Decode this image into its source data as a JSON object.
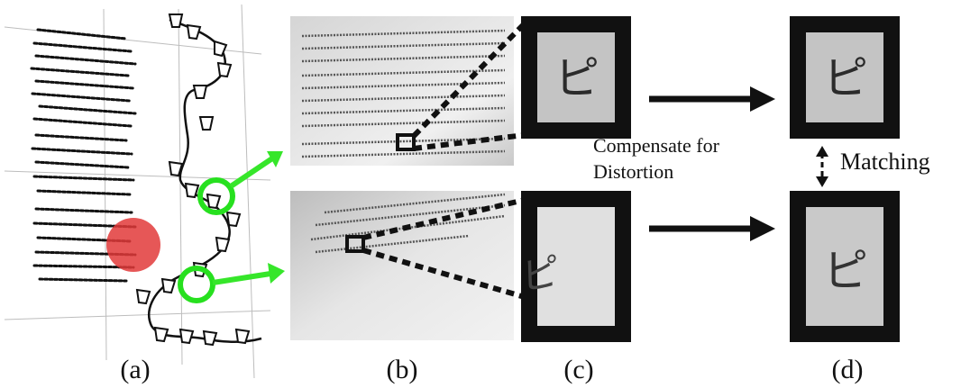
{
  "panels": {
    "a": {
      "label": "(a)"
    },
    "b": {
      "label": "(b)"
    },
    "c": {
      "label": "(c)"
    },
    "d": {
      "label": "(d)"
    }
  },
  "annotations": {
    "compensate_line1": "Compensate for",
    "compensate_line2": "Distortion",
    "matching": "Matching"
  },
  "glyph": "ピ",
  "colors": {
    "highlight_ring": "#27e01f",
    "arrow_green": "#36e62a",
    "red_marker": "#e23a3a",
    "patch_frame": "#111111",
    "patch_fill": "#c9c9c9"
  }
}
